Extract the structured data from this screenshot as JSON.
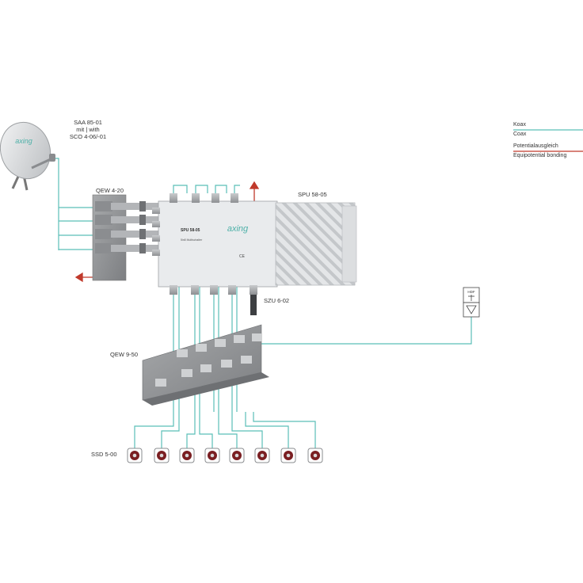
{
  "labels": {
    "dish_model": "SAA 85-01",
    "dish_with": "mit | with",
    "dish_lnb": "SCO 4-06/-01",
    "qew_top": "QEW 4-20",
    "spu_device": "SPU 58-05",
    "szu": "SZU 6-02",
    "qew_bottom": "QEW 9-50",
    "ssd": "SSD 5-00"
  },
  "legend": {
    "coax_de": "Koax",
    "coax_en": "Coax",
    "bonding_de": "Potentialausgleich",
    "bonding_en": "Equipotential bonding"
  },
  "device": {
    "brand": "axing",
    "model": "SPU 58-05",
    "subtitle": "5in8 Multischalter",
    "ce": "CE"
  },
  "dish": {
    "brand": "axing"
  },
  "terrestrial": {
    "box_label": "HDF"
  },
  "colors": {
    "coax": "#5bbfb7",
    "bonding": "#c0392b",
    "metal": "#9a9a9a",
    "device_body": "#e9ebed"
  }
}
